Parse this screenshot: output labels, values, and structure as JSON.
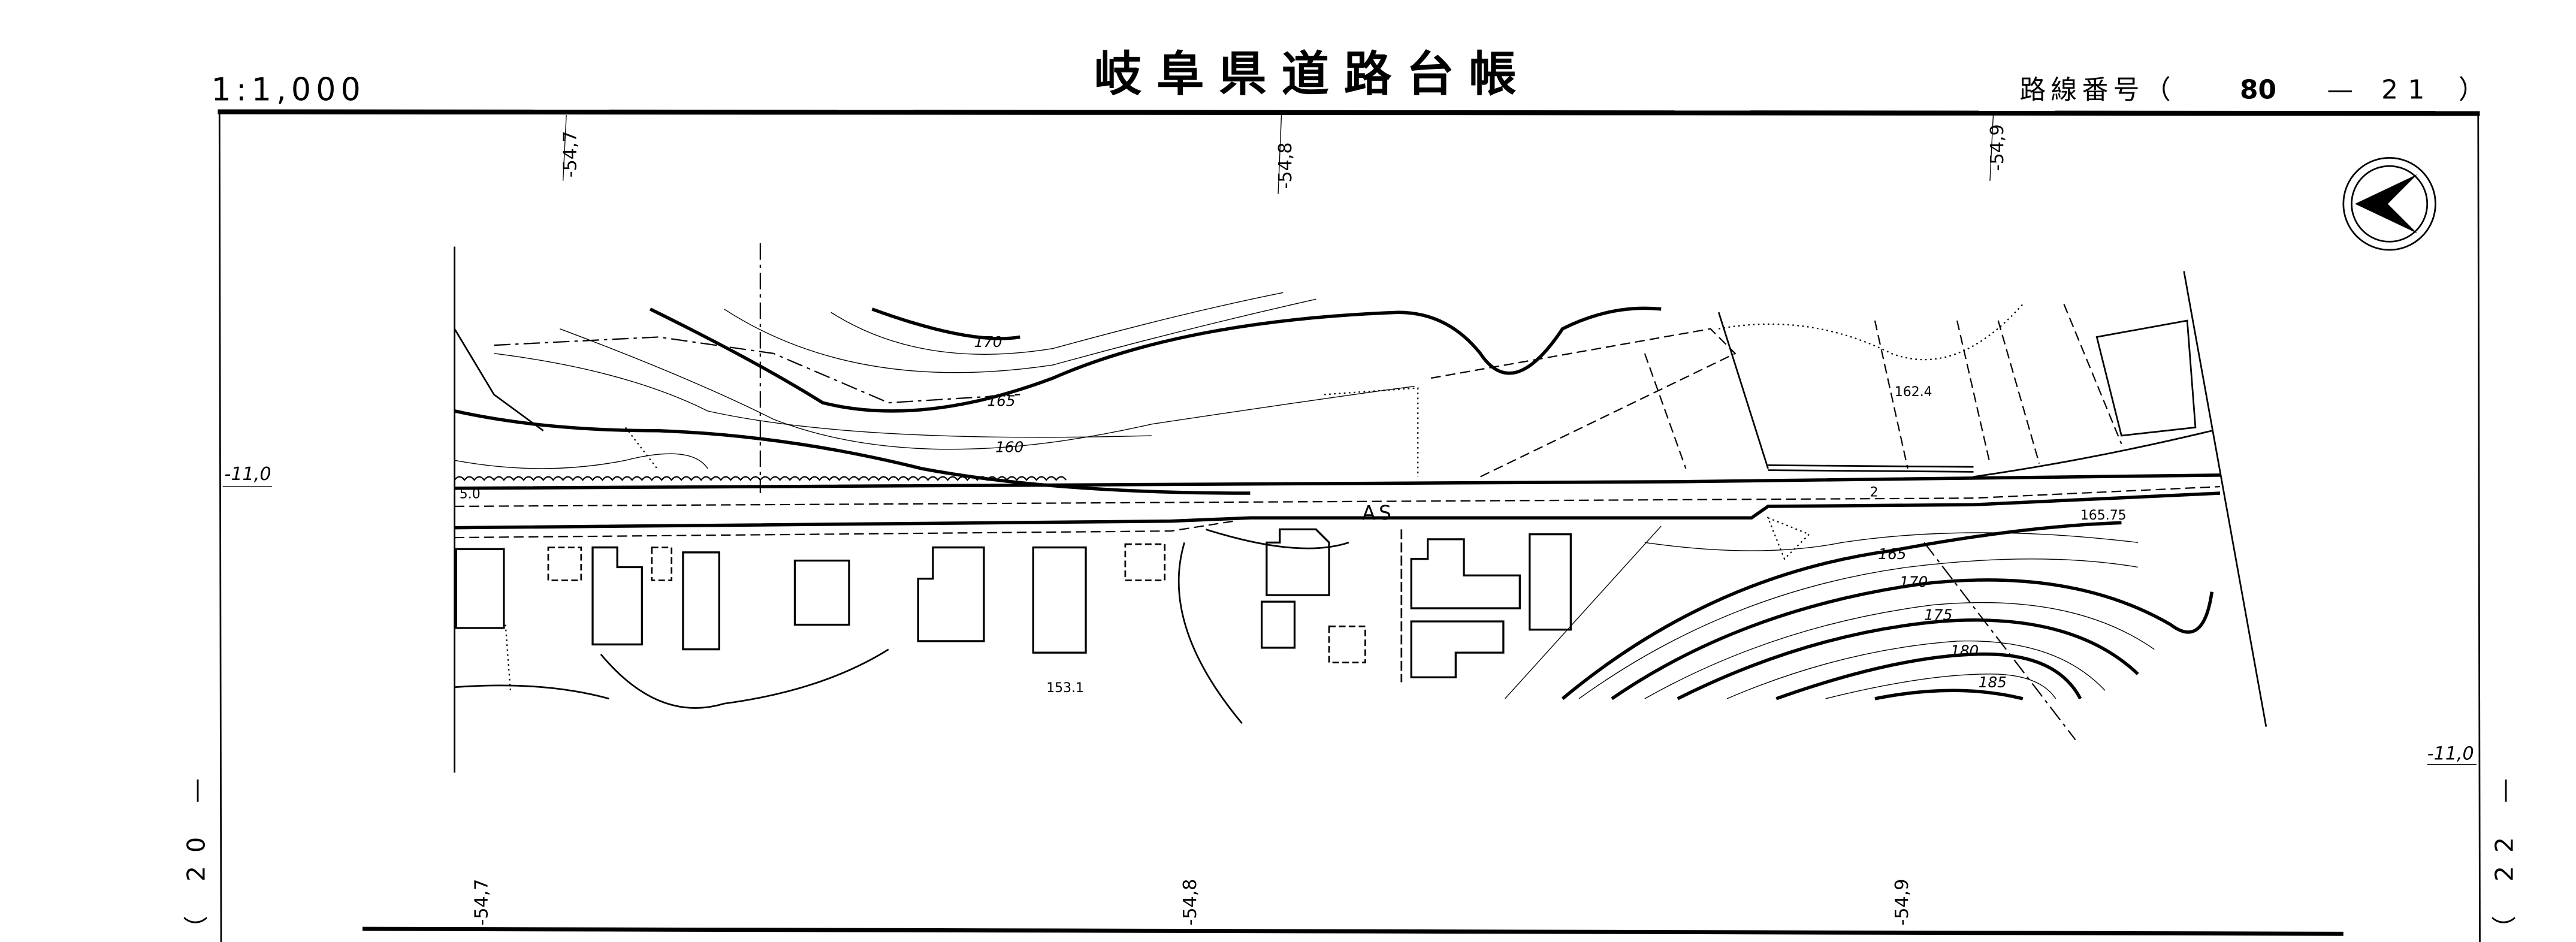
{
  "header": {
    "scale": "1:1,000",
    "title": "岐阜県道路台帳",
    "route_label": "路線番号（",
    "route_number": "80",
    "route_sheet": "— 21",
    "route_close": "）"
  },
  "grid_labels": {
    "top": [
      "-54,7",
      "-54,8",
      "-54,9"
    ],
    "bottom": [
      "-54,7",
      "-54,8",
      "-54,9"
    ],
    "left": "-11,0",
    "right": "-11,0"
  },
  "adjacent_sheets": {
    "left": "（ 20 —",
    "right": "（ 22 —"
  },
  "map_labels": {
    "contour_170_n": "170",
    "contour_165_n": "165",
    "contour_160_n": "160",
    "elev_1624": "162.4",
    "elev_16575": "165.75",
    "contour_165_s": "165",
    "contour_170_s": "170",
    "contour_175_s": "175",
    "contour_180_s": "180",
    "contour_185_s": "185",
    "elev_1531": "153.1",
    "surface": "AS",
    "width_start": "5.0",
    "width_mid": "2"
  },
  "north_arrow": "north-arrow"
}
